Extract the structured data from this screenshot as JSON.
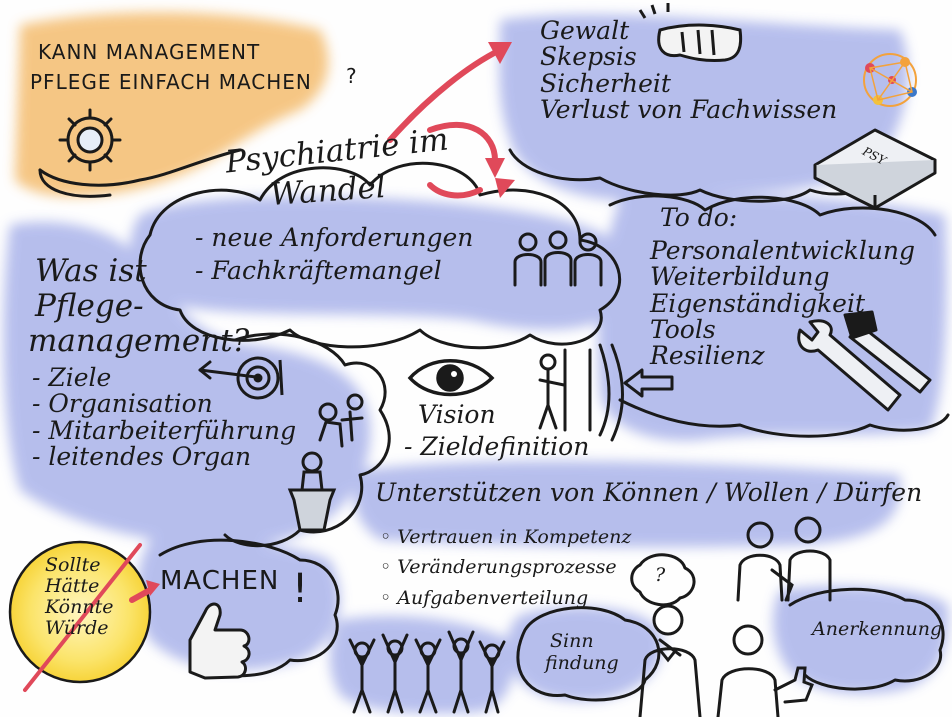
{
  "title": {
    "line1": "KANN MANAGEMENT",
    "line2": "PFLEGE EINFACH MACHEN",
    "mark": "?"
  },
  "threats": [
    "Gewalt",
    "Skepsis",
    "Sicherheit",
    "Verlust von Fachwissen"
  ],
  "book_label": "PSY",
  "psychiatry": {
    "heading1": "Psychiatrie im",
    "heading2": "Wandel",
    "items": [
      "- neue Anforderungen",
      "- Fachkräftemangel"
    ]
  },
  "todo": {
    "heading": "To do:",
    "items": [
      "Personalentwicklung",
      "Weiterbildung",
      "Eigenständigkeit",
      "Tools",
      "Resilienz"
    ]
  },
  "management": {
    "heading1": "Was ist",
    "heading2": "Pflege-",
    "heading3": "management?",
    "items": [
      "- Ziele",
      "- Organisation",
      "- Mitarbeiterführung",
      "- leitendes Organ"
    ]
  },
  "vision": {
    "line1": "Vision",
    "line2": "- Zieldefinition"
  },
  "support": {
    "heading": "Unterstützen von Können / Wollen / Dürfen",
    "items": [
      "◦ Vertrauen in Kompetenz",
      "◦ Veränderungsprozesse",
      "◦ Aufgabenverteilung"
    ]
  },
  "sun_words": [
    "Sollte",
    "Hätte",
    "Könnte",
    "Würde"
  ],
  "action": {
    "word": "MACHEN",
    "mark": "!"
  },
  "meaning": {
    "line1": "Sinn",
    "line2": "findung"
  },
  "recognition": "Anerkennung",
  "colors": {
    "blue_wash": "#aab4ea",
    "orange_wash": "#f3b45c",
    "yellow_glow": "#fbe46a",
    "red_arrow": "#e0495a",
    "ink": "#1a1a1a"
  }
}
